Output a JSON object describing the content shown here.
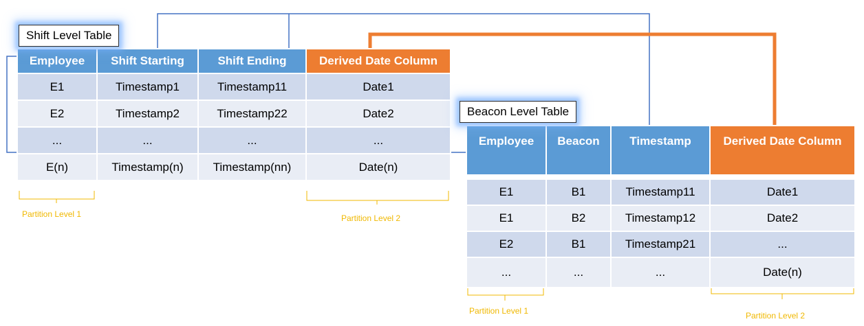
{
  "shift_table": {
    "title": "Shift Level Table",
    "headers": [
      "Employee",
      "Shift Starting",
      "Shift Ending",
      "Derived Date Column"
    ],
    "rows": [
      [
        "E1",
        "Timestamp1",
        "Timestamp11",
        "Date1"
      ],
      [
        "E2",
        "Timestamp2",
        "Timestamp22",
        "Date2"
      ],
      [
        "...",
        "...",
        "...",
        "..."
      ],
      [
        "E(n)",
        "Timestamp(n)",
        "Timestamp(nn)",
        "Date(n)"
      ]
    ],
    "partition_labels": [
      "Partition Level 1",
      "Partition Level 2"
    ]
  },
  "beacon_table": {
    "title": "Beacon Level Table",
    "headers": [
      "Employee",
      "Beacon",
      "Timestamp",
      "Derived Date Column"
    ],
    "rows": [
      [
        "E1",
        "B1",
        "Timestamp11",
        "Date1"
      ],
      [
        "E1",
        "B2",
        "Timestamp12",
        "Date2"
      ],
      [
        "E2",
        "B1",
        "Timestamp21",
        "..."
      ],
      [
        "...",
        "...",
        "...",
        "Date(n)"
      ]
    ],
    "partition_labels": [
      "Partition Level 1",
      "Partition Level 2"
    ]
  },
  "colors": {
    "header_blue": "#5b9bd5",
    "header_orange": "#ed7d31",
    "row_dark": "#cfd9ec",
    "row_light": "#e9edf5",
    "link_blue": "#4472c4",
    "link_orange": "#ed7d31",
    "partition_yellow": "#f0b800"
  }
}
